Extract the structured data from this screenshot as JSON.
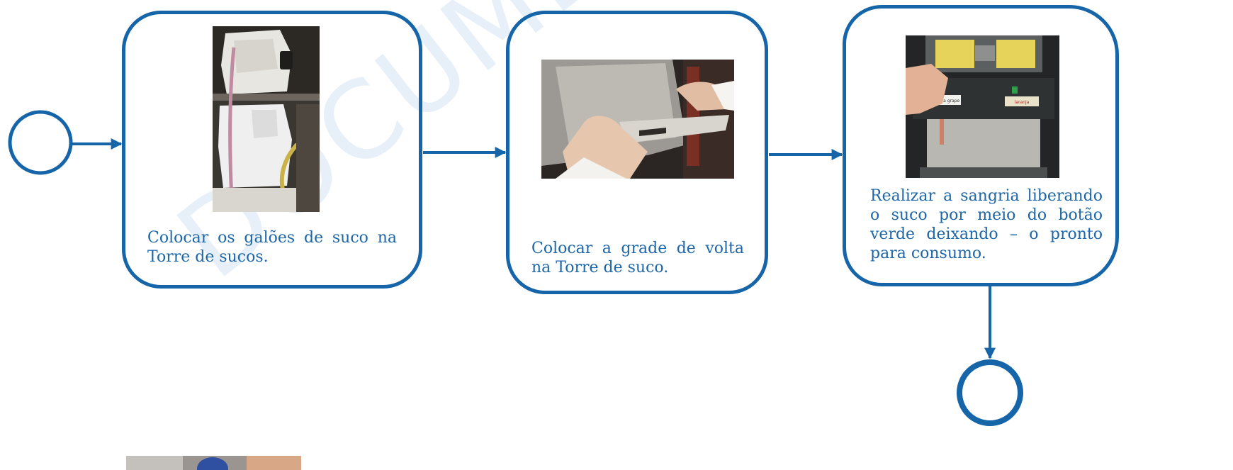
{
  "watermark": "DOCUMENTO EM REVISÃO",
  "start_event": {
    "shape": "circle"
  },
  "end_event": {
    "shape": "circle"
  },
  "steps": [
    {
      "caption": "Colocar os galões de suco na Torre de sucos.",
      "photo": "juice-gallons-photo"
    },
    {
      "caption": "Colocar a grade de volta na Torre de suco.",
      "photo": "grate-reinsert-photo"
    },
    {
      "caption": "Realizar a sangria liberando o suco por meio do botão verde deixando – o pronto para consumo.",
      "photo": "dispenser-button-photo"
    }
  ],
  "dispenser_labels": {
    "left": "uva grape",
    "right": "laranja"
  },
  "colors": {
    "accent": "#1565a8",
    "caption": "#1d66a8"
  }
}
